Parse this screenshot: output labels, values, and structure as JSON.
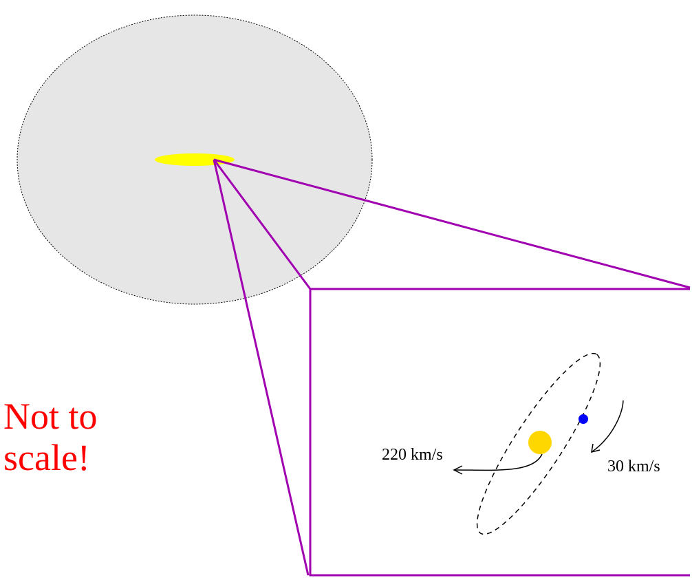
{
  "warning": {
    "line1": "Not to",
    "line2": "scale!",
    "color": "#ff0000"
  },
  "labels": {
    "sun_speed": "220 km/s",
    "earth_speed": "30 km/s"
  },
  "colors": {
    "galaxy_halo": "#e6e6e6",
    "galactic_disk": "#ffff00",
    "zoom_lines": "#a000b0",
    "sun": "#ffd700",
    "earth": "#0000ff"
  }
}
